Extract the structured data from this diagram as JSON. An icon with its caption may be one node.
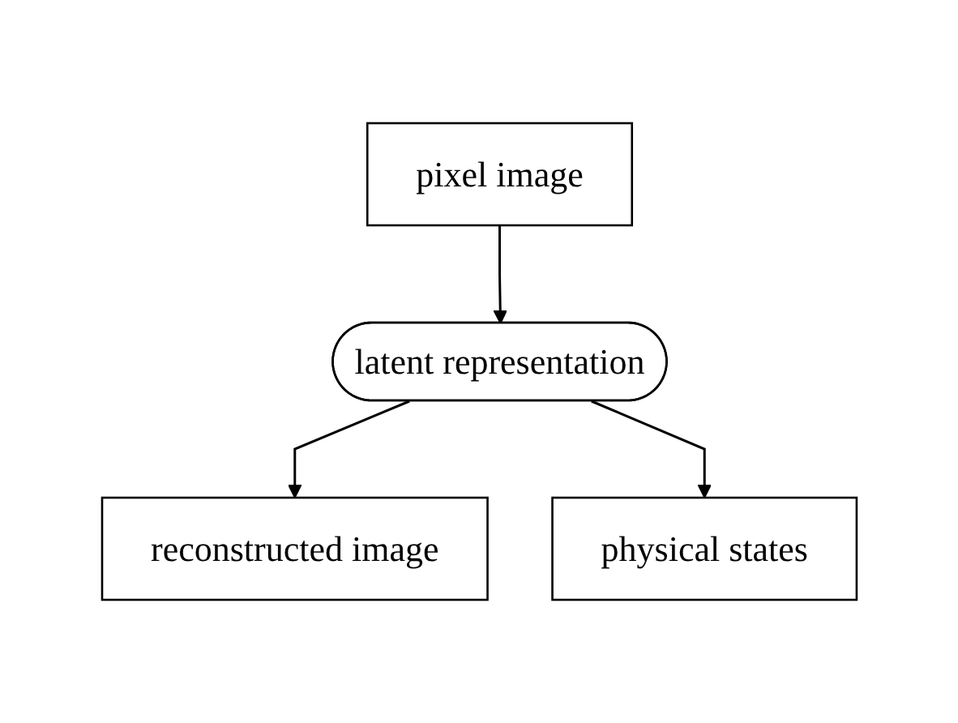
{
  "diagram": {
    "nodes": [
      {
        "text": [
          "pixel image"
        ]
      },
      {
        "text": [
          "latent representation"
        ]
      },
      {
        "text": [
          "reconstructed image"
        ]
      },
      {
        "text": [
          "physical states"
        ]
      }
    ],
    "edges": [
      {
        "from": 0,
        "to": 1,
        "arrow": "to"
      },
      {
        "from": 1,
        "to": 2,
        "arrow": "to"
      },
      {
        "from": 1,
        "to": 3,
        "arrow": "to"
      }
    ]
  }
}
